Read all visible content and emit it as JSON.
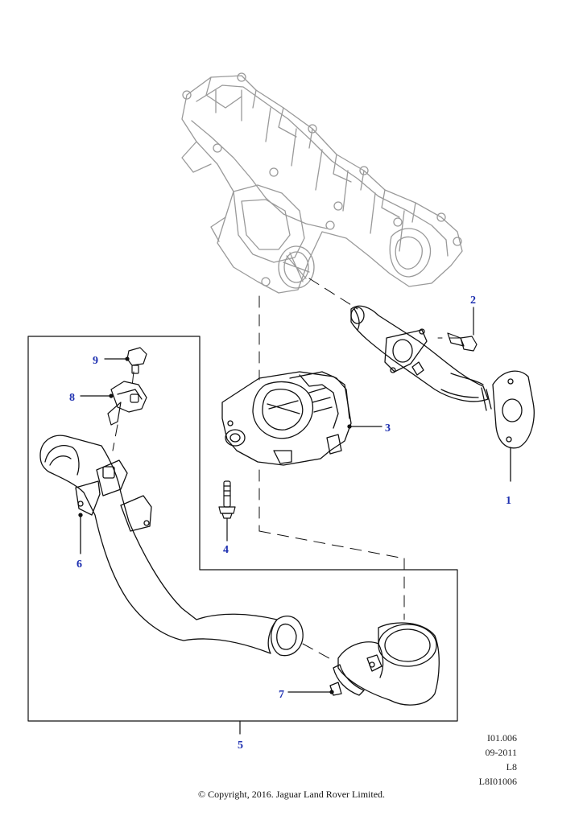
{
  "callouts": {
    "c1": "1",
    "c2": "2",
    "c3": "3",
    "c4": "4",
    "c5": "5",
    "c6": "6",
    "c7": "7",
    "c8": "8",
    "c9": "9"
  },
  "reference": {
    "line1": "I01.006",
    "line2": "09-2011",
    "line3": "L8",
    "line4": "L8I01006"
  },
  "copyright": "© Copyright, 2016. Jaguar Land Rover Limited.",
  "colors": {
    "callout": "#1d2fb0",
    "ghost_line": "#9a9a9a",
    "part_line": "#111111"
  }
}
